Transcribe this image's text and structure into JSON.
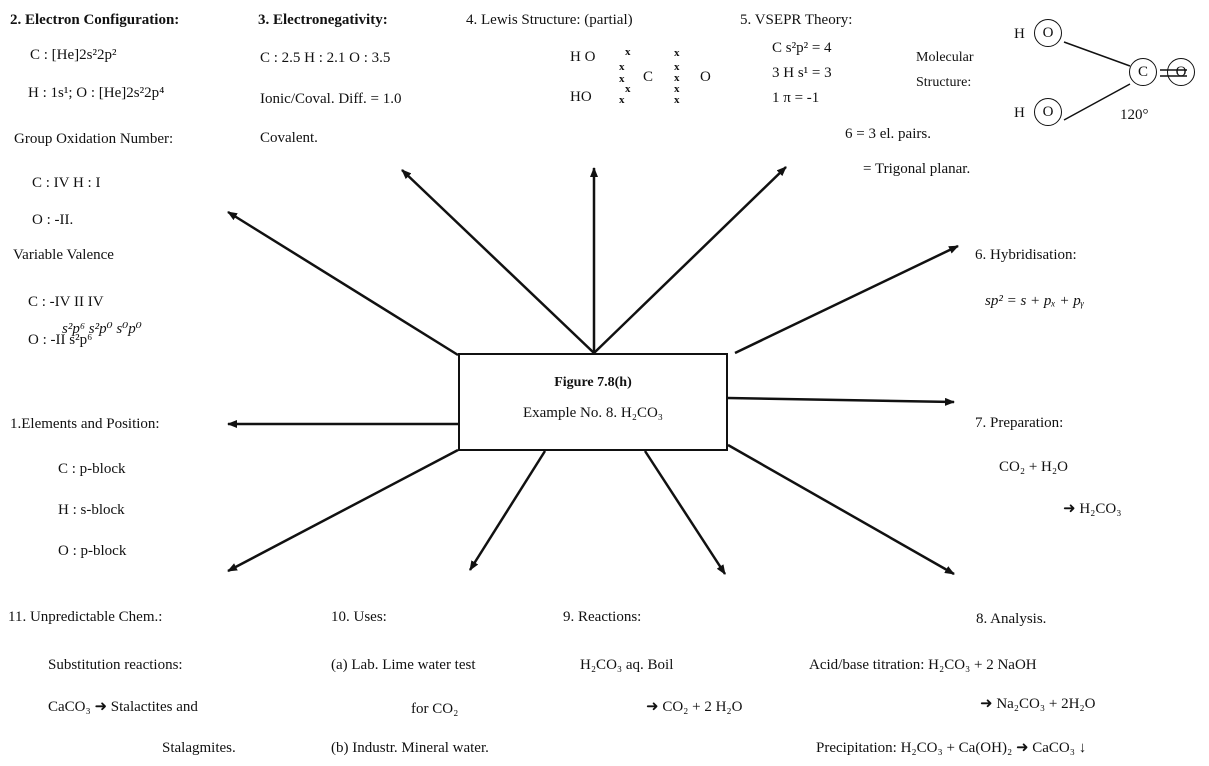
{
  "center": {
    "title": "Figure 7.8(h)",
    "subtitle": "Example No. 8. H₂CO₃"
  },
  "electron_config": {
    "heading": "2. Electron Configuration:",
    "line1": "C : [He]2s²2p²",
    "line2": "H : 1s¹;  O : [He]2s²2p⁴",
    "ox_heading": "Group Oxidation Number:",
    "ox_line1": "C : IV     H : I",
    "ox_line2": "O : -II.",
    "var_heading": "Variable Valence",
    "var_line1": "C :  -IV     II     IV",
    "var_line2": "s²p⁶   s²p⁰   s⁰p⁰",
    "var_line3": "O : -II    s²p⁶"
  },
  "electronegativity": {
    "heading": "3. Electronegativity:",
    "line1": "C : 2.5  H : 2.1     O : 3.5",
    "line2": "Ionic/Coval. Diff. = 1.0",
    "line3": "Covalent."
  },
  "lewis": {
    "heading": "4. Lewis Structure:  (partial)",
    "ho1": "H O",
    "ho2": "HO",
    "c": "C",
    "o": "O",
    "dots": "x"
  },
  "vsepr": {
    "heading": "5. VSEPR Theory:",
    "line1": "C  s²p²  =  4",
    "line2": "3 H s¹   =  3",
    "line3": "1 π      = -1",
    "line4": "6 = 3 el. pairs.",
    "line5": "= Trigonal planar."
  },
  "molecular": {
    "label1": "Molecular",
    "label2": "Structure:",
    "h": "H",
    "o": "O",
    "c": "C",
    "angle": "120°"
  },
  "hybridisation": {
    "heading": "6. Hybridisation:",
    "formula": "sp² = s + pₓ + pᵧ"
  },
  "preparation": {
    "heading": "7.  Preparation:",
    "line1": "CO₂  +  H₂O",
    "line2": "➜  H₂CO₃"
  },
  "analysis": {
    "heading": "8.  Analysis.",
    "line1": "Acid/base titration:  H₂CO₃   + 2 NaOH",
    "line2": "➜  Na₂CO₃   + 2H₂O",
    "line3": "Precipitation:  H₂CO₃  + Ca(OH)₂  ➜  CaCO₃ ↓"
  },
  "reactions": {
    "heading": "9.     Reactions:",
    "line1": "H₂CO₃  aq. Boil",
    "line2": "➜  CO₂  +  2 H₂O"
  },
  "uses": {
    "heading": "10.  Uses:",
    "line1": "(a) Lab.  Lime water test",
    "line2": "for CO₂",
    "line3": "(b) Industr.  Mineral water."
  },
  "unpredictable": {
    "heading": "11.   Unpredictable  Chem.:",
    "line1": "Substitution  reactions:",
    "line2": "CaCO₃  ➜  Stalactites and",
    "line3": "Stalagmites."
  },
  "elements": {
    "heading": "1.Elements and  Position:",
    "c": "C : p-block",
    "h": "H : s-block",
    "o": "O : p-block"
  }
}
